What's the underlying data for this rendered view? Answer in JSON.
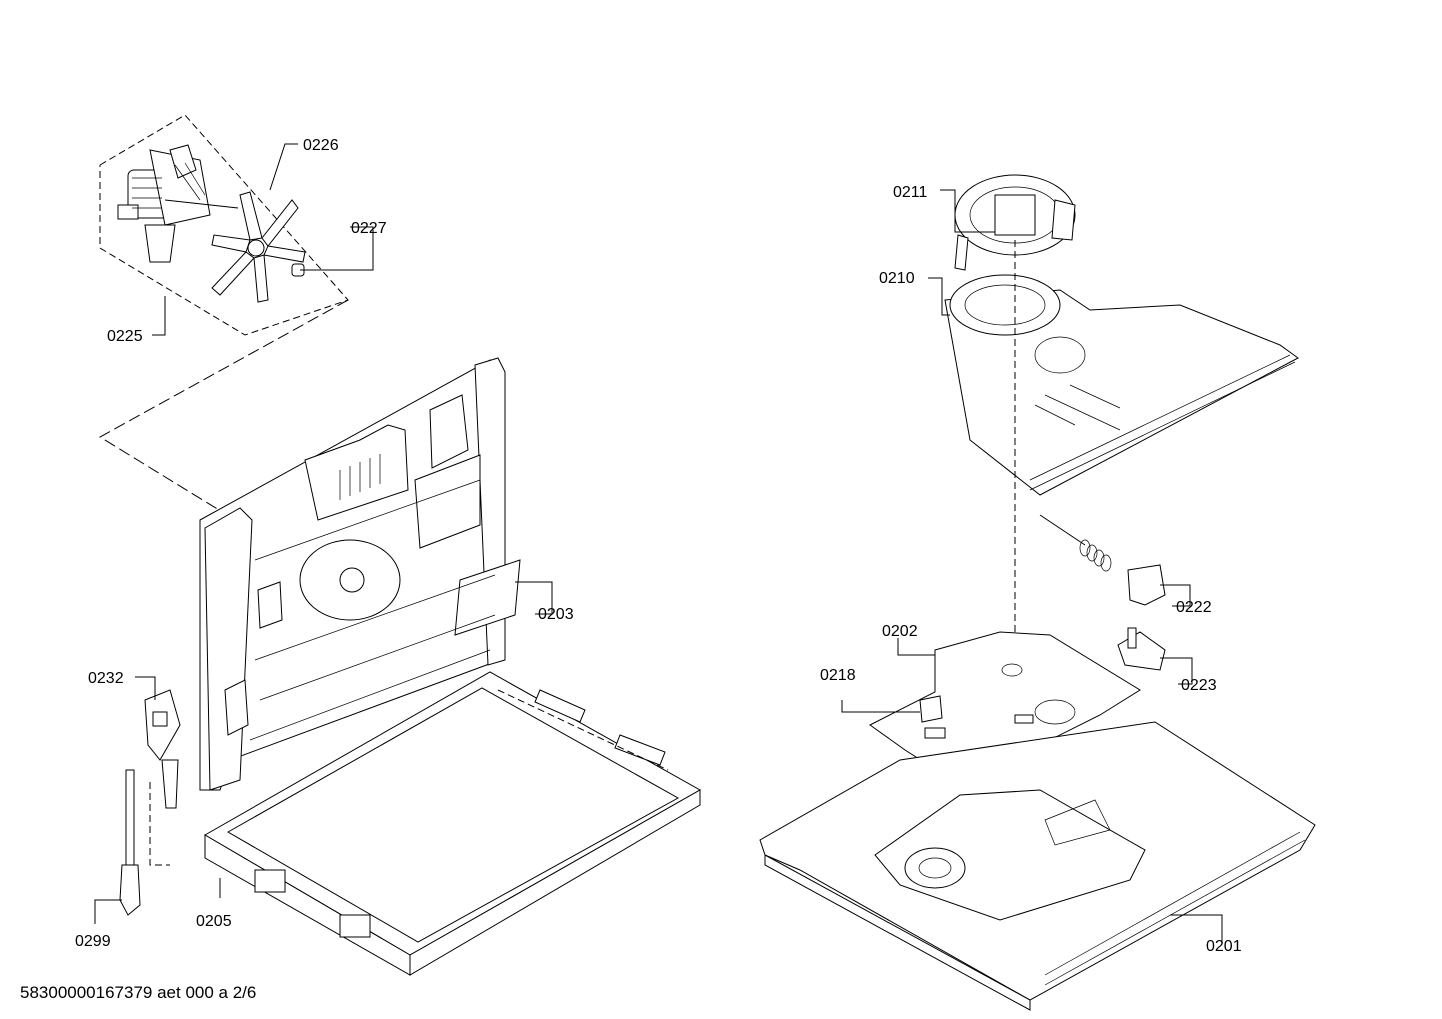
{
  "diagram": {
    "callouts": {
      "c0225": "0225",
      "c0226": "0226",
      "c0227": "0227",
      "c0232": "0232",
      "c0299": "0299",
      "c0205": "0205",
      "c0203": "0203",
      "c0211": "0211",
      "c0210": "0210",
      "c0222": "0222",
      "c0223": "0223",
      "c0202": "0202",
      "c0218": "0218",
      "c0201": "0201"
    },
    "footer": "58300000167379 aet 000 a 2/6"
  }
}
